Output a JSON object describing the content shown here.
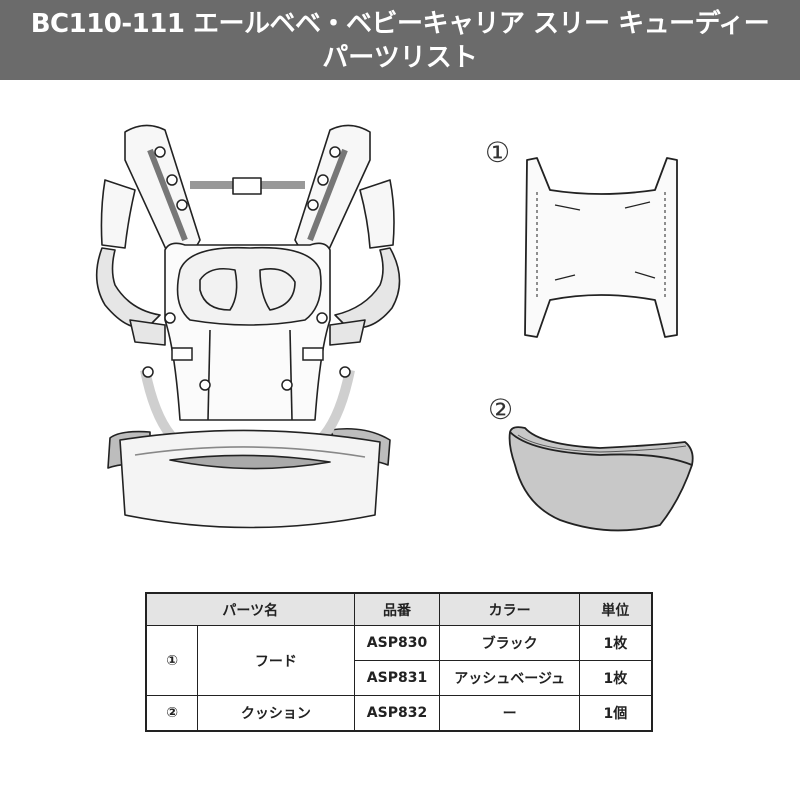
{
  "header": {
    "title": "BC110-111 エールベベ・ベビーキャリア スリー キューディー",
    "subtitle": "パーツリスト"
  },
  "illustrations": {
    "part1_label": "①",
    "part2_label": "②"
  },
  "table": {
    "headers": [
      "パーツ名",
      "品番",
      "カラー",
      "単位"
    ],
    "rows": [
      {
        "num": "①",
        "name": "フード",
        "variants": [
          {
            "code": "ASP830",
            "color": "ブラック",
            "unit": "1枚"
          },
          {
            "code": "ASP831",
            "color": "アッシュベージュ",
            "unit": "1枚"
          }
        ]
      },
      {
        "num": "②",
        "name": "クッション",
        "variants": [
          {
            "code": "ASP832",
            "color": "ー",
            "unit": "1個"
          }
        ]
      }
    ]
  }
}
